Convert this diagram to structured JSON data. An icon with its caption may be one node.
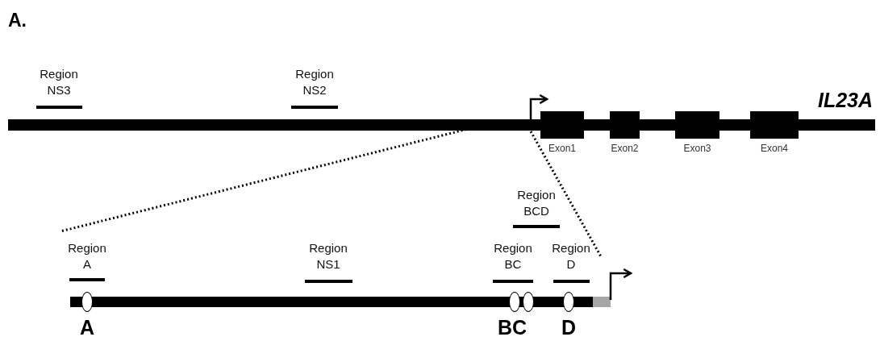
{
  "diagram": {
    "title": "A.",
    "nodes": [
      {
        "text": [],
        "shape": "box",
        "beside": [
          "Exon1"
        ]
      },
      {
        "text": [],
        "shape": "box",
        "beside": [
          "Exon2"
        ]
      },
      {
        "text": [],
        "shape": "box",
        "beside": [
          "Exon3"
        ]
      },
      {
        "text": [],
        "shape": "box",
        "beside": [
          "Exon4"
        ]
      },
      {
        "text": [
          "Region NS3"
        ]
      },
      {
        "text": [
          "Region NS2"
        ]
      },
      {
        "text": [
          "Region BCD"
        ]
      },
      {
        "text": [
          "Region A"
        ]
      },
      {
        "text": [
          "Region NS1"
        ]
      },
      {
        "text": [
          "Region BC"
        ]
      },
      {
        "text": [
          "Region D"
        ]
      },
      {
        "text": [],
        "shape": "ellipse"
      },
      {
        "text": [],
        "shape": "ellipse"
      },
      {
        "text": [],
        "shape": "ellipse"
      },
      {
        "text": [],
        "shape": "ellipse"
      }
    ],
    "edges": [],
    "labels": [
      "IL23A",
      "A",
      "BC",
      "D"
    ]
  }
}
